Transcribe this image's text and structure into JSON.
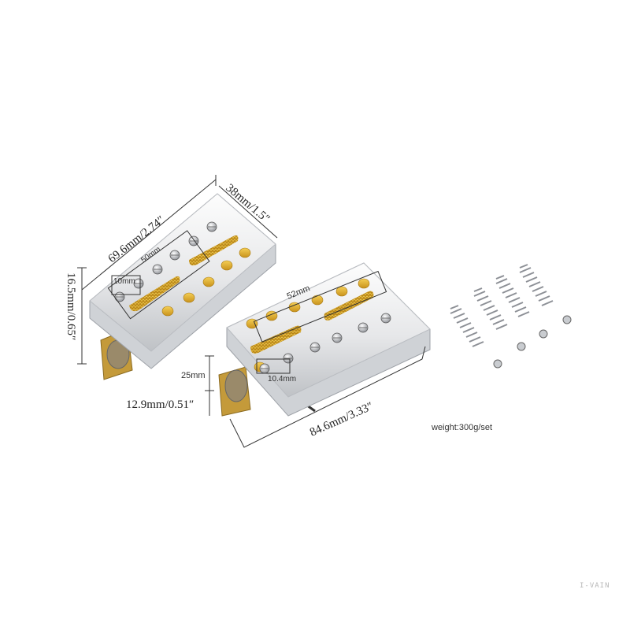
{
  "labels": {
    "length_left": "69.6mm/2.74″",
    "width_left": "38mm/1.5″",
    "height_left": "16.5mm/0.65″",
    "pole_span_left": "50mm",
    "pole_gap_left": "10mm",
    "pole_span_right": "52mm",
    "pole_gap_right": "10.4mm",
    "mount_height": "25mm",
    "height_right": "12.9mm/0.51″",
    "length_right": "84.6mm/3.33″",
    "weight": "weight:300g/set"
  },
  "watermark": "I-VAIN",
  "colors": {
    "chrome": "#e9eaec",
    "chrome_edge": "#b9bcc1",
    "gold": "#e8b426",
    "gold_dark": "#b8861a",
    "screw": "#cfd2d6",
    "spring": "#8d9096"
  }
}
